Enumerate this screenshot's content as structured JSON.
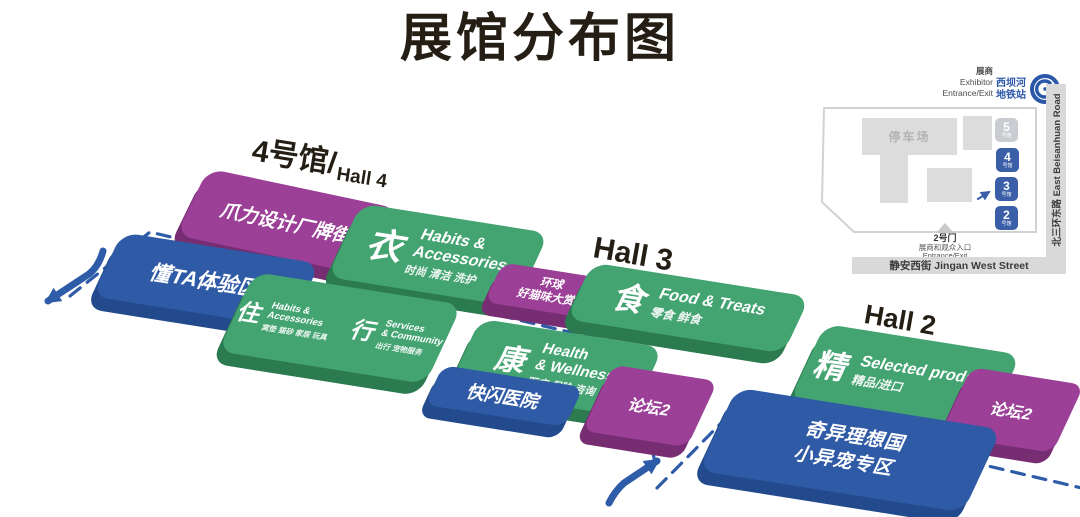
{
  "title": "展馆分布图",
  "hall_labels": {
    "hall4_cn": "4号馆/",
    "hall4_en": "Hall 4",
    "hall3": "Hall 3",
    "hall2": "Hall 2"
  },
  "blocks": {
    "zhuali": {
      "label": "爪力设计厂牌街"
    },
    "dongta": {
      "label": "懂TA体验区"
    },
    "yi": {
      "cn": "衣",
      "en1": "Habits &",
      "en2": "Accessories",
      "sub": "时尚 清洁 洗护"
    },
    "zhu": {
      "cn": "住",
      "en1": "Habits &",
      "en2": "Accessories",
      "sub": "窝垫 猫砂 家居 玩具"
    },
    "xing": {
      "cn": "行",
      "en1": "Services",
      "en2": "& Community",
      "sub": "出行 宠物服务"
    },
    "huanqiu": {
      "line1": "环球",
      "line2": "好猫味大赏"
    },
    "shi": {
      "cn": "食",
      "en": "Food & Treats",
      "sub": "零食 鲜食"
    },
    "kang": {
      "cn": "康",
      "en1": "Health",
      "en2": "& Wellness",
      "sub": "医疗 保险 咨询"
    },
    "kuaishan": {
      "label": "快闪医院"
    },
    "forum_hall3": {
      "label": "论坛2"
    },
    "jing": {
      "cn": "精",
      "en": "Selected products",
      "sub": "精品/进口"
    },
    "forum_hall2": {
      "label": "论坛2"
    },
    "qiyi": {
      "line1": "奇异理想国",
      "line2": "小异宠专区"
    }
  },
  "minimap": {
    "exhibitor_line1": "展商",
    "exhibitor_line2": "Exhibitor",
    "exhibitor_line3": "Entrance/Exit",
    "metro_line1": "西坝河",
    "metro_line2": "地铁站",
    "parking": "停车场",
    "badges": [
      {
        "num": "5",
        "suffix": "号馆"
      },
      {
        "num": "4",
        "suffix": "号馆"
      },
      {
        "num": "3",
        "suffix": "号馆"
      },
      {
        "num": "2",
        "suffix": "号馆"
      }
    ],
    "gate_line1": "2号门",
    "gate_line2": "展商和观众入口",
    "gate_line3": "Entrance/Exit",
    "street_south": "静安西街 Jingan West Street",
    "road_east": "北三环东路 East Beisanhuan Road"
  },
  "colors": {
    "green_face": "#43a471",
    "green_side": "#2c7a50",
    "purple_face": "#9b3f97",
    "purple_side": "#762d72",
    "blue_face": "#2f5aa6",
    "blue_side": "#234a8c",
    "accent_blue": "#2f5ca8",
    "metro_blue": "#2b57a8"
  }
}
